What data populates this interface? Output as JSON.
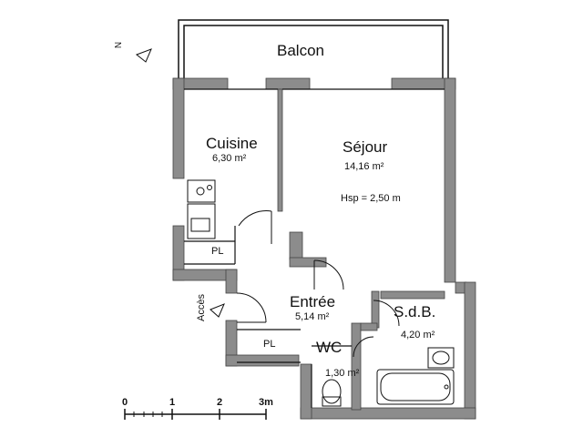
{
  "balcony": {
    "label": "Balcon"
  },
  "rooms": {
    "cuisine": {
      "name": "Cuisine",
      "area": "6,30 m²"
    },
    "sejour": {
      "name": "Séjour",
      "area": "14,16 m²",
      "height": "Hsp = 2,50 m"
    },
    "entree": {
      "name": "Entrée",
      "area": "5,14 m²"
    },
    "sdb": {
      "name": "S.d.B.",
      "area": "4,20 m²"
    },
    "wc": {
      "name": "WC",
      "area": "1,30 m²"
    }
  },
  "closets": {
    "pl_kitchen": "PL",
    "pl_entry": "PL"
  },
  "entrance": {
    "label": "Accès"
  },
  "north": {
    "label": "N"
  },
  "scale": {
    "ticks": [
      "0",
      "1",
      "2",
      "3m"
    ]
  },
  "colors": {
    "wall": "#8c8c8c",
    "wall_edge": "#444444",
    "line": "#111111"
  }
}
